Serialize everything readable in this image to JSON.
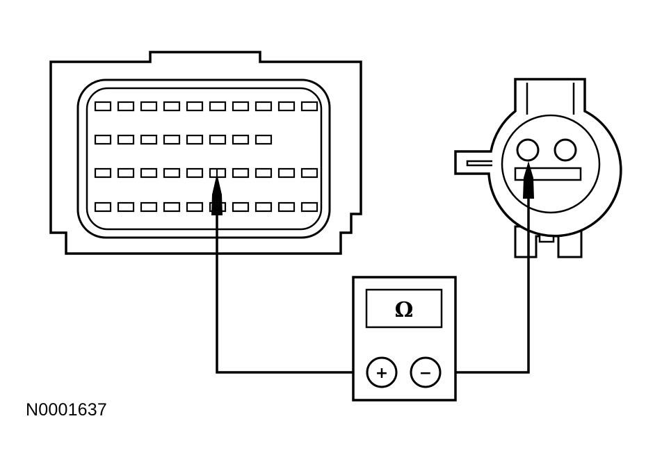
{
  "figure": {
    "id_label": "N0001637"
  },
  "meter": {
    "display_symbol": "Ω",
    "positive_label": "+",
    "negative_label": "−"
  },
  "connector": {
    "rows": [
      10,
      8,
      10,
      10
    ]
  }
}
